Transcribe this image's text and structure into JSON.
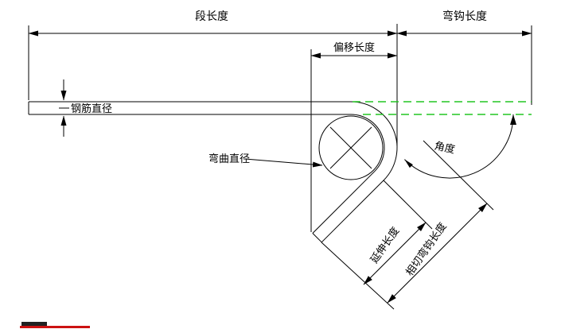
{
  "diagram": {
    "labels": {
      "segment_length": "段长度",
      "hook_length": "弯钩长度",
      "offset_length": "偏移长度",
      "bar_diameter": "钢筋直径",
      "bend_diameter": "弯曲直径",
      "angle": "角度",
      "extension_length": "延伸长度",
      "tangent_hook_length": "相切弯钩长度"
    },
    "colors": {
      "line": "#000000",
      "projection_dashed": "#22c522",
      "artifact_red": "#cc1111",
      "background": "#ffffff"
    }
  }
}
